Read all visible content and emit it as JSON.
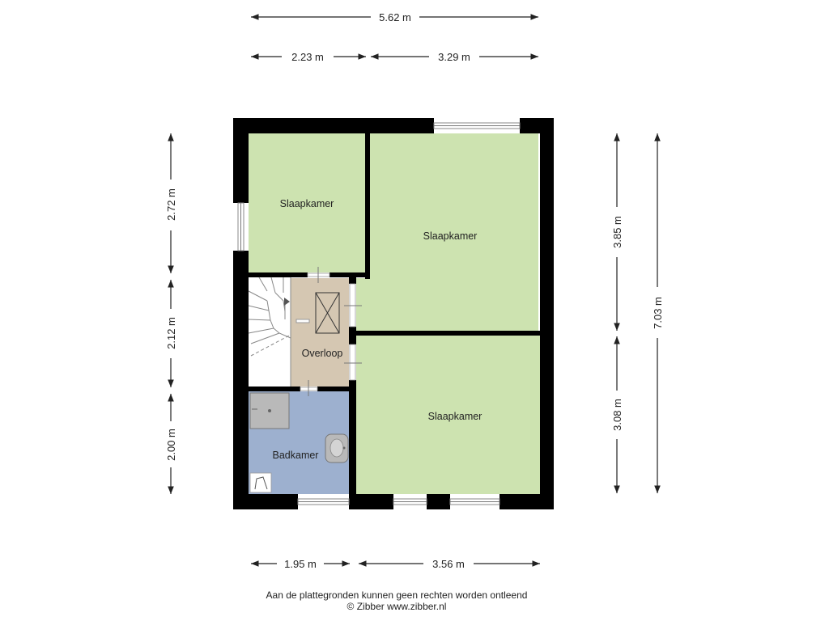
{
  "rooms": {
    "slaapkamer_top_left": "Slaapkamer",
    "slaapkamer_top_right": "Slaapkamer",
    "slaapkamer_bottom_right": "Slaapkamer",
    "overloop": "Overloop",
    "badkamer": "Badkamer"
  },
  "dimensions": {
    "top_total": "5.62 m",
    "top_left": "2.23 m",
    "top_right": "3.29 m",
    "bottom_left": "1.95 m",
    "bottom_right": "3.56 m",
    "left_top": "2.72 m",
    "left_middle": "2.12 m",
    "left_bottom": "2.00 m",
    "right_top": "3.85 m",
    "right_bottom": "3.08 m",
    "right_total": "7.03 m"
  },
  "footer": {
    "disclaimer": "Aan de plattegronden kunnen geen rechten worden ontleend",
    "credit": "© Zibber www.zibber.nl"
  },
  "colors": {
    "bedroom": "#cde3b0",
    "landing": "#d5c7b2",
    "bathroom": "#9db0cf",
    "wall": "#000000"
  }
}
